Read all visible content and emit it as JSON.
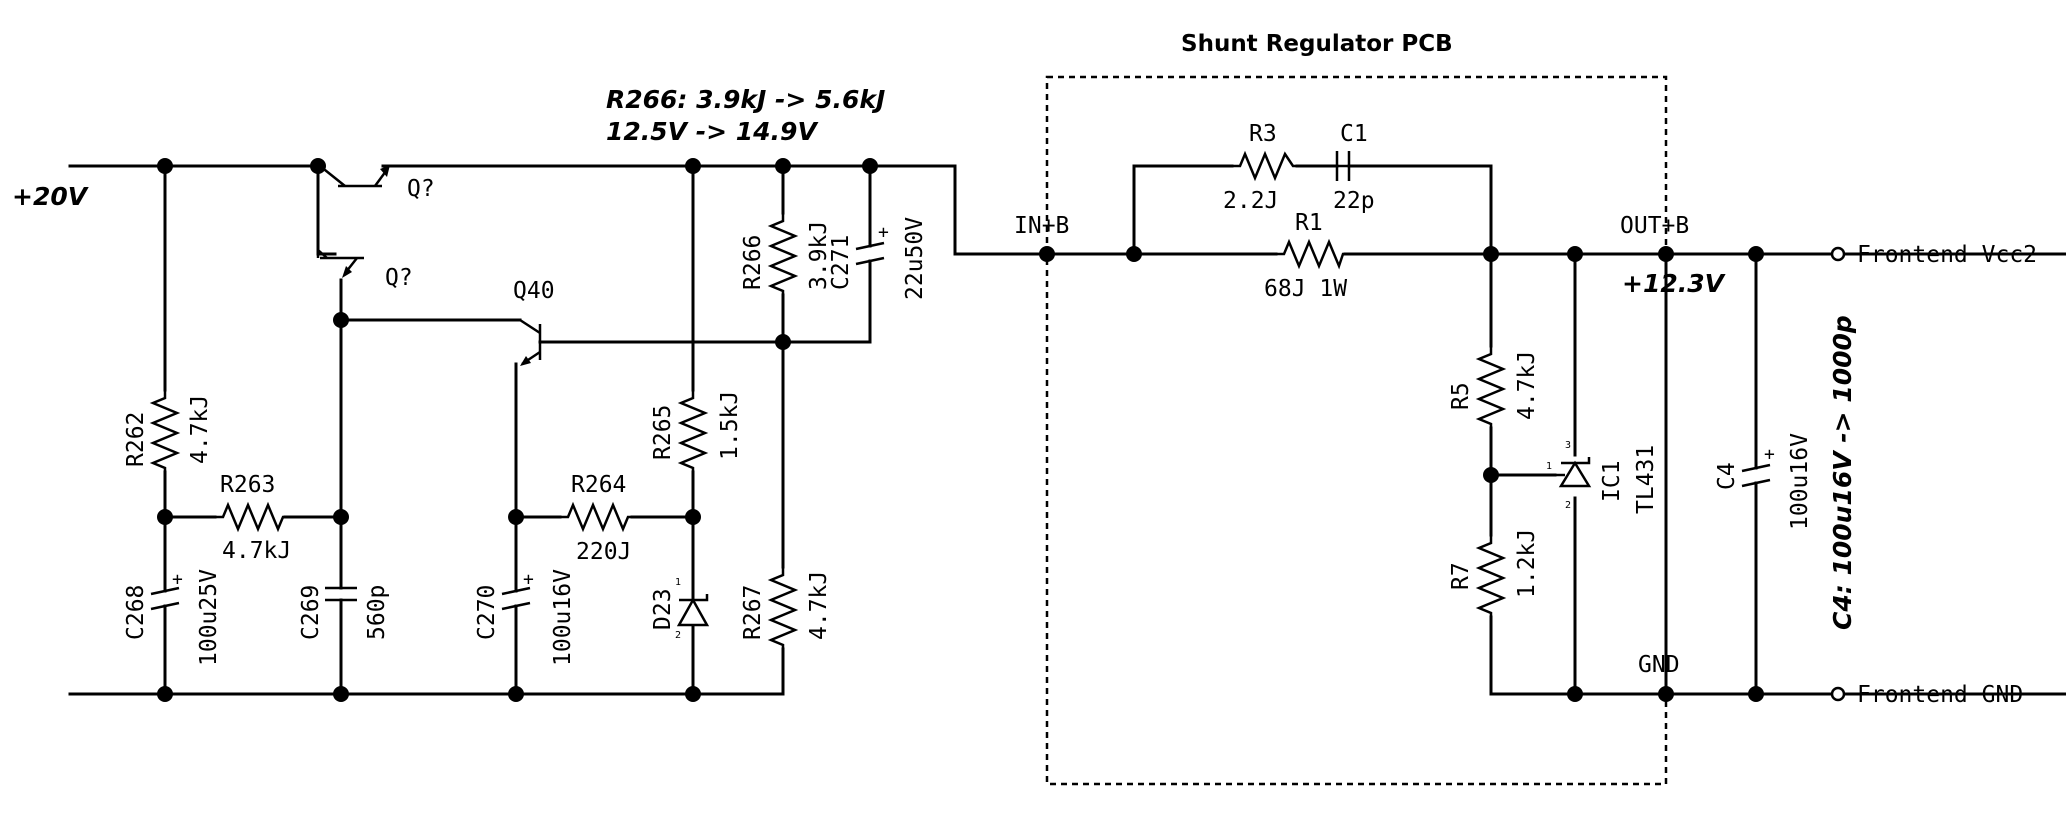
{
  "title": "Shunt Regulator PCB",
  "rails": {
    "supply": "+20V",
    "output": "+12.3V"
  },
  "notes": {
    "r266_change": "R266: 3.9kJ -> 5.6kJ",
    "voltage_change": "12.5V -> 14.9V",
    "c4_change": "C4: 100u16V -> 1000p"
  },
  "ports": {
    "input": "IN+B",
    "output": "OUT+B",
    "ground": "GND"
  },
  "connectors": {
    "vcc": "Frontend Vcc2",
    "gnd": "Frontend GND"
  },
  "components": {
    "q1": {
      "ref": "Q?"
    },
    "q2": {
      "ref": "Q?"
    },
    "q40": {
      "ref": "Q40"
    },
    "r262": {
      "ref": "R262",
      "value": "4.7kJ"
    },
    "r263": {
      "ref": "R263",
      "value": "4.7kJ"
    },
    "r264": {
      "ref": "R264",
      "value": "220J"
    },
    "r265": {
      "ref": "R265",
      "value": "1.5kJ"
    },
    "r266": {
      "ref": "R266",
      "value": "3.9kJ"
    },
    "r267": {
      "ref": "R267",
      "value": "4.7kJ"
    },
    "c268": {
      "ref": "C268",
      "value": "100u25V"
    },
    "c269": {
      "ref": "C269",
      "value": "560p"
    },
    "c270": {
      "ref": "C270",
      "value": "100u16V"
    },
    "c271": {
      "ref": "C271",
      "value": "22u50V"
    },
    "d23": {
      "ref": "D23",
      "pin1": "1",
      "pin2": "2"
    },
    "r3": {
      "ref": "R3",
      "value": "2.2J"
    },
    "c1": {
      "ref": "C1",
      "value": "22p"
    },
    "r1": {
      "ref": "R1",
      "value": "68J 1W"
    },
    "r5": {
      "ref": "R5",
      "value": "4.7kJ"
    },
    "r7": {
      "ref": "R7",
      "value": "1.2kJ"
    },
    "ic1": {
      "ref": "IC1",
      "value": "TL431",
      "pin1": "1",
      "pin2": "2",
      "pin3": "3"
    },
    "c4": {
      "ref": "C4",
      "value": "100u16V"
    }
  }
}
